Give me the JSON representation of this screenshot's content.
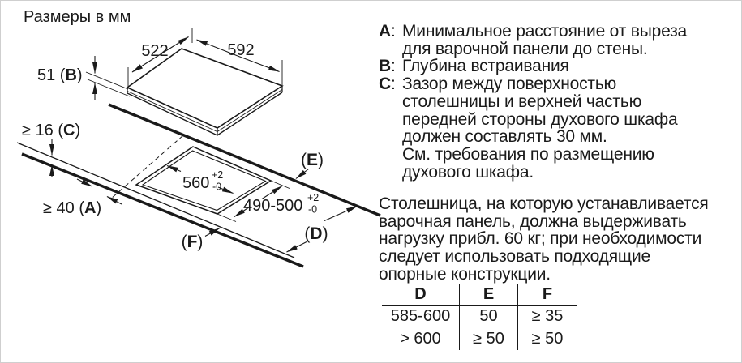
{
  "title": "Размеры в мм",
  "colors": {
    "ink": "#1a1a1a",
    "background": "#ffffff"
  },
  "diagram": {
    "panel_depth": "522",
    "panel_width": "592",
    "dim_b": {
      "pre": "51 (",
      "letter": "B",
      "post": ")"
    },
    "dim_c": {
      "pre": "≥ 16 (",
      "letter": "C",
      "post": ")"
    },
    "dim_a": {
      "pre": "≥ 40 (",
      "letter": "A",
      "post": ")"
    },
    "label_e": {
      "pre": "(",
      "letter": "E",
      "post": ")"
    },
    "label_d": {
      "pre": "(",
      "letter": "D",
      "post": ")"
    },
    "label_f": {
      "pre": "(",
      "letter": "F",
      "post": ")"
    },
    "cutout_width": {
      "value": "560",
      "tol_plus": "+2",
      "tol_minus": "-0"
    },
    "cutout_depth": {
      "value": "490-500",
      "tol_plus": "+2",
      "tol_minus": "-0"
    }
  },
  "legend": {
    "items": [
      {
        "key": "A",
        "sep": ":",
        "lines": [
          "Минимальное расстояние от выреза",
          "для варочной панели до стены."
        ]
      },
      {
        "key": "B",
        "sep": ":",
        "lines": [
          "Глубина встраивания"
        ]
      },
      {
        "key": "C",
        "sep": ":",
        "lines": [
          "Зазор между поверхностью",
          "столешницы и верхней частью",
          "передней стороны духового шкафа",
          "должен составлять 30 мм.",
          "См. требования по размещению",
          "духового шкафа."
        ]
      }
    ]
  },
  "note": {
    "lines": [
      "Столешница, на которую устанавливается",
      "варочная панель, должна выдерживать",
      "нагрузку прибл. 60 кг; при необходимости",
      "следует использовать подходящие",
      "опорные конструкции."
    ]
  },
  "table": {
    "headers": [
      "D",
      "E",
      "F"
    ],
    "rows": [
      [
        "585-600",
        "50",
        "≥ 35"
      ],
      [
        "> 600",
        "≥ 50",
        "≥ 50"
      ]
    ]
  }
}
